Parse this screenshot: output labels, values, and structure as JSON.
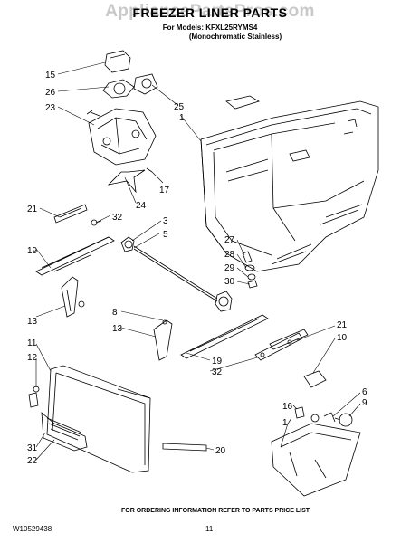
{
  "header": {
    "watermark": "AppliancePartsPros.com",
    "title": "FREEZER LINER PARTS",
    "models_line": "For Models: KFXL25RYMS4",
    "finish_line": "(Monochromatic Stainless)"
  },
  "footer": {
    "ordering_note": "FOR ORDERING INFORMATION REFER TO PARTS PRICE LIST",
    "doc_number": "W10529438",
    "page_number": "11"
  },
  "callouts": [
    {
      "id": "c15a",
      "text": "15"
    },
    {
      "id": "c26",
      "text": "26"
    },
    {
      "id": "c23",
      "text": "23"
    },
    {
      "id": "c25",
      "text": "25"
    },
    {
      "id": "c1",
      "text": "1"
    },
    {
      "id": "c17",
      "text": "17"
    },
    {
      "id": "c24",
      "text": "24"
    },
    {
      "id": "c21a",
      "text": "21"
    },
    {
      "id": "c32a",
      "text": "32"
    },
    {
      "id": "c3",
      "text": "3"
    },
    {
      "id": "c5",
      "text": "5"
    },
    {
      "id": "c19a",
      "text": "19"
    },
    {
      "id": "c27",
      "text": "27"
    },
    {
      "id": "c28",
      "text": "28"
    },
    {
      "id": "c29",
      "text": "29"
    },
    {
      "id": "c30",
      "text": "30"
    },
    {
      "id": "c13a",
      "text": "13"
    },
    {
      "id": "c8",
      "text": "8"
    },
    {
      "id": "c13b",
      "text": "13"
    },
    {
      "id": "c11",
      "text": "11"
    },
    {
      "id": "c21b",
      "text": "21"
    },
    {
      "id": "c10",
      "text": "10"
    },
    {
      "id": "c12",
      "text": "12"
    },
    {
      "id": "c19b",
      "text": "19"
    },
    {
      "id": "c32b",
      "text": "32"
    },
    {
      "id": "c6",
      "text": "6"
    },
    {
      "id": "c9",
      "text": "9"
    },
    {
      "id": "c16",
      "text": "16"
    },
    {
      "id": "c14",
      "text": "14"
    },
    {
      "id": "c31",
      "text": "31"
    },
    {
      "id": "c22",
      "text": "22"
    },
    {
      "id": "c20",
      "text": "20"
    }
  ]
}
